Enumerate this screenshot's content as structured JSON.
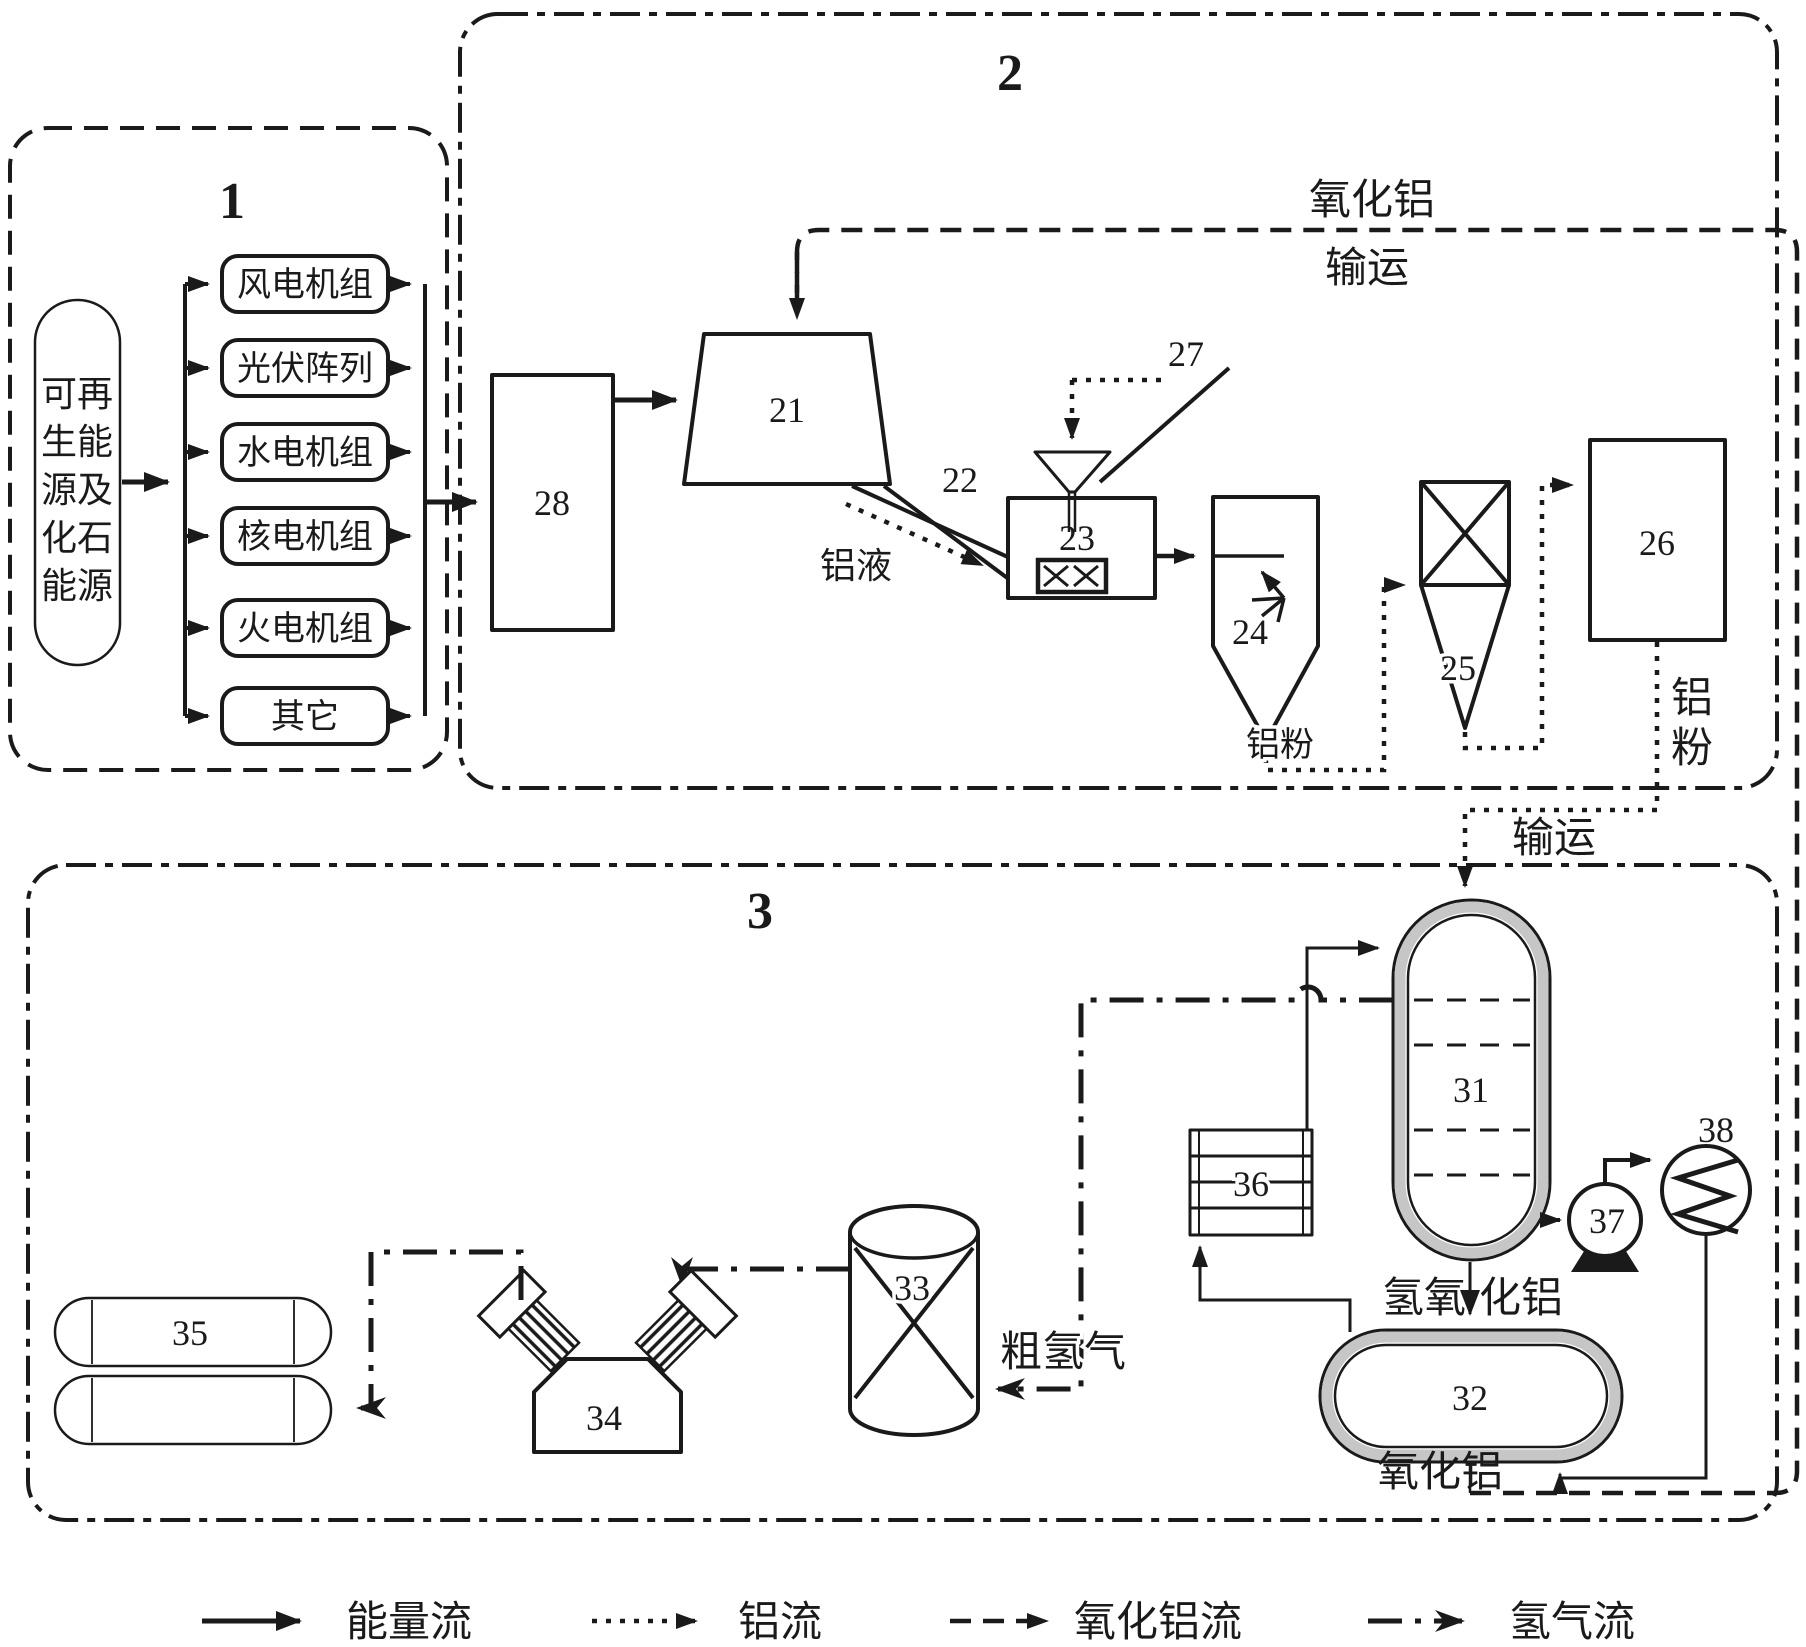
{
  "figure": {
    "background": "#ffffff",
    "ink_color": "#1a1a1a",
    "vessel_wall_color": "#c6c6c6"
  },
  "sections": {
    "energy_supply": "1",
    "aluminum_production": "2",
    "hydrogen_production": "3"
  },
  "energy_source": {
    "lines": [
      "可再",
      "生能",
      "源及",
      "化石",
      "能源"
    ]
  },
  "generators": [
    {
      "label": "风电机组"
    },
    {
      "label": "光伏阵列"
    },
    {
      "label": "水电机组"
    },
    {
      "label": "核电机组"
    },
    {
      "label": "火电机组"
    },
    {
      "label": "其它"
    }
  ],
  "component_numbers": {
    "n21": "21",
    "n22": "22",
    "n23": "23",
    "n24": "24",
    "n25": "25",
    "n26": "26",
    "n27": "27",
    "n28": "28",
    "n31": "31",
    "n32": "32",
    "n33": "33",
    "n34": "34",
    "n35": "35",
    "n36": "36",
    "n37": "37",
    "n38": "38"
  },
  "flow_labels": {
    "alumina_top": "氧化铝",
    "transport_top": "输运",
    "molten_aluminum": "铝液",
    "aluminum_powder_1": "铝粉",
    "aluminum_powder_vertical": [
      "铝",
      "粉"
    ],
    "transport_mid": "输运",
    "aluminum_hydroxide": [
      "氢氧",
      "化铝"
    ],
    "alumina_bottom": "氧化铝",
    "crude_hydrogen": "粗氢气"
  },
  "legend": [
    {
      "style": "solid",
      "label": "能量流"
    },
    {
      "style": "dotted",
      "label": "铝流"
    },
    {
      "style": "dashed",
      "label": "氧化铝流"
    },
    {
      "style": "dash-dot",
      "label": "氢气流"
    }
  ]
}
